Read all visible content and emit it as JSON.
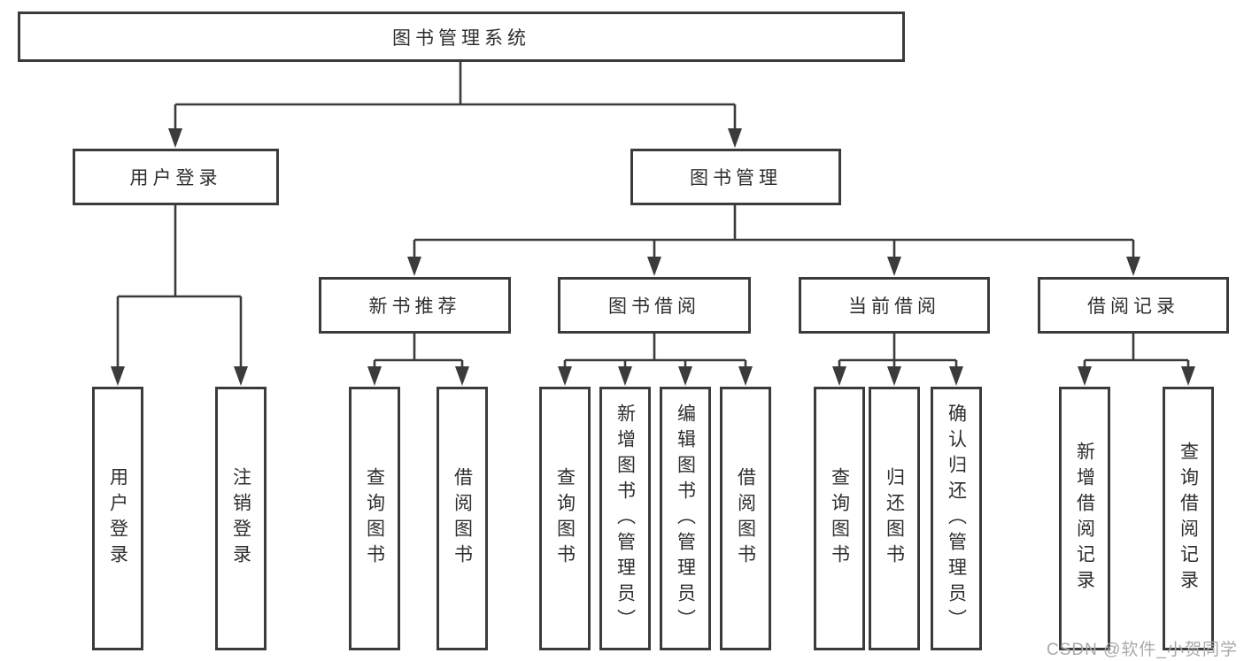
{
  "tree": {
    "root": "图书管理系统",
    "user_login": {
      "label": "用户登录",
      "children": [
        "用户登录",
        "注销登录"
      ]
    },
    "book_mgmt": {
      "label": "图书管理",
      "new_book_rec": {
        "label": "新书推荐",
        "children": [
          "查询图书",
          "借阅图书"
        ]
      },
      "book_borrow": {
        "label": "图书借阅",
        "children": [
          "查询图书",
          "新增图书（管理员）",
          "编辑图书（管理员）",
          "借阅图书"
        ]
      },
      "current_borrow": {
        "label": "当前借阅",
        "children": [
          "查询图书",
          "归还图书",
          "确认归还（管理员）"
        ]
      },
      "borrow_records": {
        "label": "借阅记录",
        "children": [
          "新增借阅记录",
          "查询借阅记录"
        ]
      }
    }
  },
  "watermark": "CSDN @软件_小贺同学",
  "colors": {
    "line": "#3b3b3b",
    "text": "#2e2e2e",
    "background": "#ffffff",
    "watermark": "#a9a9a9"
  }
}
